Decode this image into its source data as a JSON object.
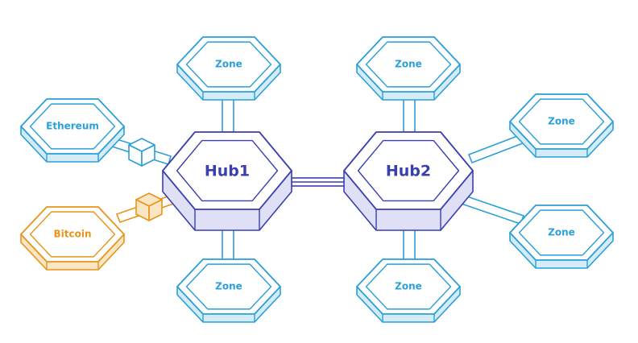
{
  "colors": {
    "zone": "#2a9fd8",
    "zone_light": "#d4ecf8",
    "hub": "#3a3fb0",
    "hub_light": "#dfe0f5",
    "bitcoin": "#e8941a",
    "bitcoin_light": "#fbe6c4"
  },
  "hubs": [
    {
      "label": "Hub1"
    },
    {
      "label": "Hub2"
    }
  ],
  "zones": [
    {
      "label": "Zone"
    },
    {
      "label": "Zone"
    },
    {
      "label": "Zone"
    },
    {
      "label": "Zone"
    },
    {
      "label": "Zone"
    },
    {
      "label": "Zone"
    }
  ],
  "peg_chains": [
    {
      "label": "Ethereum"
    },
    {
      "label": "Bitcoin"
    }
  ]
}
